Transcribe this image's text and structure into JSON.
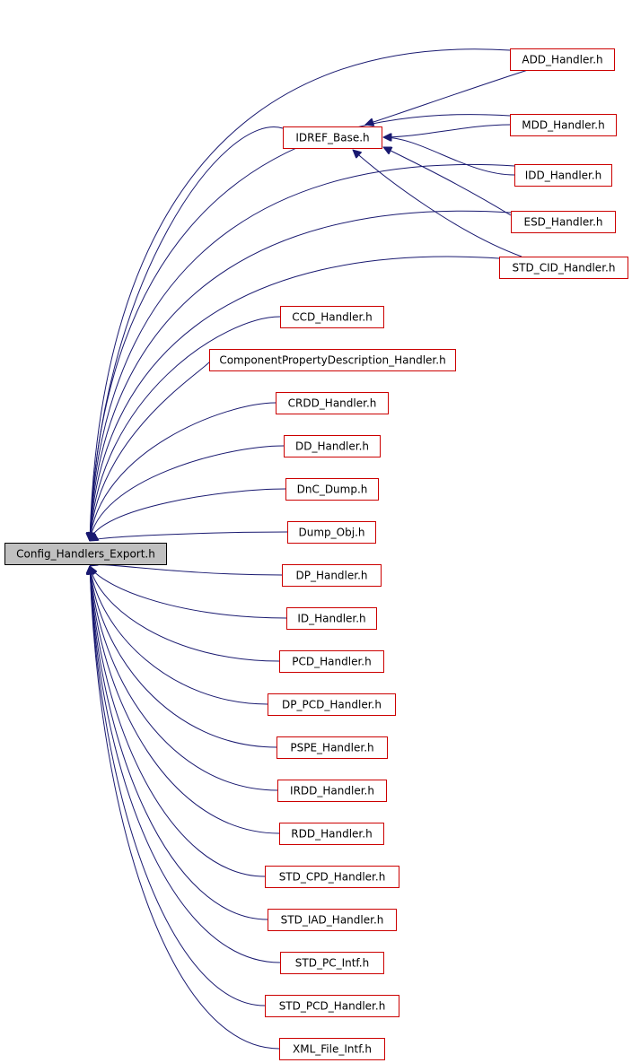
{
  "graph": {
    "root": "Config_Handlers_Export.h",
    "colors": {
      "edge": "#191970",
      "node_border": "#cc0000",
      "root_fill": "#c0c0c0",
      "root_border": "#000000"
    },
    "nodes": [
      {
        "id": "root",
        "label": "Config_Handlers_Export.h"
      },
      {
        "id": "idref",
        "label": "IDREF_Base.h"
      },
      {
        "id": "add",
        "label": "ADD_Handler.h"
      },
      {
        "id": "mdd",
        "label": "MDD_Handler.h"
      },
      {
        "id": "idd",
        "label": "IDD_Handler.h"
      },
      {
        "id": "esd",
        "label": "ESD_Handler.h"
      },
      {
        "id": "stdcid",
        "label": "STD_CID_Handler.h"
      },
      {
        "id": "ccd",
        "label": "CCD_Handler.h"
      },
      {
        "id": "cpd",
        "label": "ComponentPropertyDescription_Handler.h"
      },
      {
        "id": "crdd",
        "label": "CRDD_Handler.h"
      },
      {
        "id": "dd",
        "label": "DD_Handler.h"
      },
      {
        "id": "dnc",
        "label": "DnC_Dump.h"
      },
      {
        "id": "dumpobj",
        "label": "Dump_Obj.h"
      },
      {
        "id": "dp",
        "label": "DP_Handler.h"
      },
      {
        "id": "id",
        "label": "ID_Handler.h"
      },
      {
        "id": "pcd",
        "label": "PCD_Handler.h"
      },
      {
        "id": "dppcd",
        "label": "DP_PCD_Handler.h"
      },
      {
        "id": "pspe",
        "label": "PSPE_Handler.h"
      },
      {
        "id": "irdd",
        "label": "IRDD_Handler.h"
      },
      {
        "id": "rdd",
        "label": "RDD_Handler.h"
      },
      {
        "id": "stdcpd",
        "label": "STD_CPD_Handler.h"
      },
      {
        "id": "stdiad",
        "label": "STD_IAD_Handler.h"
      },
      {
        "id": "stdpc",
        "label": "STD_PC_Intf.h"
      },
      {
        "id": "stdpcd",
        "label": "STD_PCD_Handler.h"
      },
      {
        "id": "xml",
        "label": "XML_File_Intf.h"
      }
    ],
    "edges": [
      {
        "from": "idref",
        "to": "root"
      },
      {
        "from": "add",
        "to": "root"
      },
      {
        "from": "mdd",
        "to": "root"
      },
      {
        "from": "idd",
        "to": "root"
      },
      {
        "from": "esd",
        "to": "root"
      },
      {
        "from": "stdcid",
        "to": "root"
      },
      {
        "from": "ccd",
        "to": "root"
      },
      {
        "from": "cpd",
        "to": "root"
      },
      {
        "from": "crdd",
        "to": "root"
      },
      {
        "from": "dd",
        "to": "root"
      },
      {
        "from": "dnc",
        "to": "root"
      },
      {
        "from": "dumpobj",
        "to": "root"
      },
      {
        "from": "dp",
        "to": "root"
      },
      {
        "from": "id",
        "to": "root"
      },
      {
        "from": "pcd",
        "to": "root"
      },
      {
        "from": "dppcd",
        "to": "root"
      },
      {
        "from": "pspe",
        "to": "root"
      },
      {
        "from": "irdd",
        "to": "root"
      },
      {
        "from": "rdd",
        "to": "root"
      },
      {
        "from": "stdcpd",
        "to": "root"
      },
      {
        "from": "stdiad",
        "to": "root"
      },
      {
        "from": "stdpc",
        "to": "root"
      },
      {
        "from": "stdpcd",
        "to": "root"
      },
      {
        "from": "xml",
        "to": "root"
      },
      {
        "from": "add",
        "to": "idref"
      },
      {
        "from": "mdd",
        "to": "idref"
      },
      {
        "from": "idd",
        "to": "idref"
      },
      {
        "from": "esd",
        "to": "idref"
      },
      {
        "from": "stdcid",
        "to": "idref"
      }
    ]
  }
}
